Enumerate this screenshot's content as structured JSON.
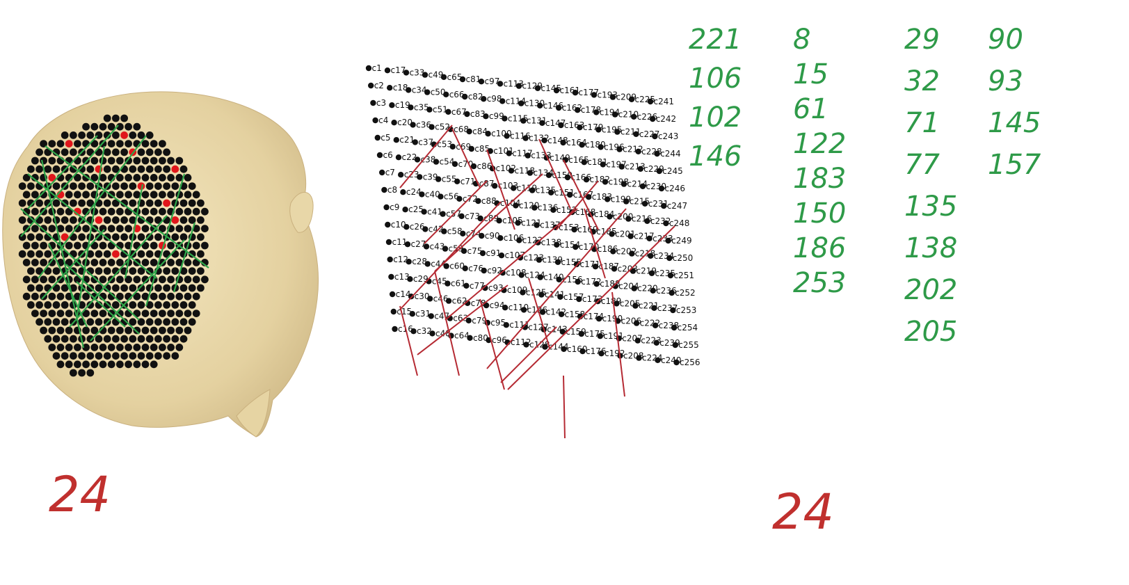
{
  "head_figure": {
    "skin_color": "#ecdcad",
    "electrode_color": "#111111",
    "highlight_color": "#e0161b",
    "grid_line_color": "#2fa64a"
  },
  "electrode_map": {
    "dot_color": "#111111",
    "line_color": "#b52a33",
    "electrodes": [
      {
        "label": "c1"
      },
      {
        "label": "c2"
      },
      {
        "label": "c3"
      },
      {
        "label": "c4"
      },
      {
        "label": "c5"
      },
      {
        "label": "c6"
      },
      {
        "label": "c7"
      },
      {
        "label": "c8"
      },
      {
        "label": "c9"
      },
      {
        "label": "c10"
      },
      {
        "label": "c11"
      },
      {
        "label": "c12"
      },
      {
        "label": "c13"
      },
      {
        "label": "c14"
      },
      {
        "label": "c15"
      },
      {
        "label": "c16"
      },
      {
        "label": "c17"
      },
      {
        "label": "c18"
      },
      {
        "label": "c19"
      },
      {
        "label": "c20"
      },
      {
        "label": "c21"
      },
      {
        "label": "c22"
      },
      {
        "label": "c23"
      },
      {
        "label": "c24"
      },
      {
        "label": "c25"
      },
      {
        "label": "c26"
      },
      {
        "label": "c27"
      },
      {
        "label": "c28"
      },
      {
        "label": "c29"
      },
      {
        "label": "c30"
      },
      {
        "label": "c31"
      },
      {
        "label": "c32"
      },
      {
        "label": "c33"
      },
      {
        "label": "c34"
      },
      {
        "label": "c35"
      },
      {
        "label": "c36"
      },
      {
        "label": "c37"
      },
      {
        "label": "c38"
      },
      {
        "label": "c39"
      },
      {
        "label": "c40"
      },
      {
        "label": "c41"
      },
      {
        "label": "c42"
      },
      {
        "label": "c43"
      },
      {
        "label": "c44"
      },
      {
        "label": "c45"
      },
      {
        "label": "c46"
      },
      {
        "label": "c47"
      },
      {
        "label": "c48"
      },
      {
        "label": "c49"
      },
      {
        "label": "c50"
      },
      {
        "label": "c51"
      },
      {
        "label": "c52"
      },
      {
        "label": "c53"
      },
      {
        "label": "c54"
      },
      {
        "label": "c55"
      },
      {
        "label": "c56"
      },
      {
        "label": "c57"
      },
      {
        "label": "c58"
      },
      {
        "label": "c59"
      },
      {
        "label": "c60"
      },
      {
        "label": "c61"
      },
      {
        "label": "c62"
      },
      {
        "label": "c63"
      },
      {
        "label": "c64"
      },
      {
        "label": "c65"
      },
      {
        "label": "c66"
      },
      {
        "label": "c67"
      },
      {
        "label": "c68"
      },
      {
        "label": "c69"
      },
      {
        "label": "c70"
      },
      {
        "label": "c71"
      },
      {
        "label": "c72"
      },
      {
        "label": "c73"
      },
      {
        "label": "c74"
      },
      {
        "label": "c75"
      },
      {
        "label": "c76"
      },
      {
        "label": "c77"
      },
      {
        "label": "c78"
      },
      {
        "label": "c79"
      },
      {
        "label": "c80"
      },
      {
        "label": "c81"
      },
      {
        "label": "c82"
      },
      {
        "label": "c83"
      },
      {
        "label": "c84"
      },
      {
        "label": "c85"
      },
      {
        "label": "c86"
      },
      {
        "label": "c87"
      },
      {
        "label": "c88"
      },
      {
        "label": "c89"
      },
      {
        "label": "c90"
      },
      {
        "label": "c91"
      },
      {
        "label": "c92"
      },
      {
        "label": "c93"
      },
      {
        "label": "c94"
      },
      {
        "label": "c95"
      },
      {
        "label": "c96"
      },
      {
        "label": "c97"
      },
      {
        "label": "c98"
      },
      {
        "label": "c99"
      },
      {
        "label": "c100"
      },
      {
        "label": "c101"
      },
      {
        "label": "c102"
      },
      {
        "label": "c103"
      },
      {
        "label": "c104"
      },
      {
        "label": "c105"
      },
      {
        "label": "c106"
      },
      {
        "label": "c107"
      },
      {
        "label": "c108"
      },
      {
        "label": "c109"
      },
      {
        "label": "c110"
      },
      {
        "label": "c111"
      },
      {
        "label": "c112"
      },
      {
        "label": "c113"
      },
      {
        "label": "c114"
      },
      {
        "label": "c115"
      },
      {
        "label": "c116"
      },
      {
        "label": "c117"
      },
      {
        "label": "c118"
      },
      {
        "label": "c119"
      },
      {
        "label": "c120"
      },
      {
        "label": "c121"
      },
      {
        "label": "c122"
      },
      {
        "label": "c123"
      },
      {
        "label": "c124"
      },
      {
        "label": "c125"
      },
      {
        "label": "c126"
      },
      {
        "label": "c127"
      },
      {
        "label": "c128"
      },
      {
        "label": "c129"
      },
      {
        "label": "c130"
      },
      {
        "label": "c131"
      },
      {
        "label": "c132"
      },
      {
        "label": "c133"
      },
      {
        "label": "c134"
      },
      {
        "label": "c135"
      },
      {
        "label": "c136"
      },
      {
        "label": "c137"
      },
      {
        "label": "c138"
      },
      {
        "label": "c139"
      },
      {
        "label": "c140"
      },
      {
        "label": "c141"
      },
      {
        "label": "c142"
      },
      {
        "label": "c143"
      },
      {
        "label": "c144"
      },
      {
        "label": "c145"
      },
      {
        "label": "c146"
      },
      {
        "label": "c147"
      },
      {
        "label": "c148"
      },
      {
        "label": "c149"
      },
      {
        "label": "c150"
      },
      {
        "label": "c151"
      },
      {
        "label": "c152"
      },
      {
        "label": "c153"
      },
      {
        "label": "c154"
      },
      {
        "label": "c155"
      },
      {
        "label": "c156"
      },
      {
        "label": "c157"
      },
      {
        "label": "c158"
      },
      {
        "label": "c159"
      },
      {
        "label": "c160"
      },
      {
        "label": "c161"
      },
      {
        "label": "c162"
      },
      {
        "label": "c163"
      },
      {
        "label": "c164"
      },
      {
        "label": "c165"
      },
      {
        "label": "c166"
      },
      {
        "label": "c167"
      },
      {
        "label": "c168"
      },
      {
        "label": "c169"
      },
      {
        "label": "c170"
      },
      {
        "label": "c171"
      },
      {
        "label": "c172"
      },
      {
        "label": "c173"
      },
      {
        "label": "c174"
      },
      {
        "label": "c175"
      },
      {
        "label": "c176"
      },
      {
        "label": "c177"
      },
      {
        "label": "c178"
      },
      {
        "label": "c179"
      },
      {
        "label": "c180"
      },
      {
        "label": "c181"
      },
      {
        "label": "c182"
      },
      {
        "label": "c183"
      },
      {
        "label": "c184"
      },
      {
        "label": "c185"
      },
      {
        "label": "c186"
      },
      {
        "label": "c187"
      },
      {
        "label": "c188"
      },
      {
        "label": "c189"
      },
      {
        "label": "c190"
      },
      {
        "label": "c191"
      },
      {
        "label": "c192"
      },
      {
        "label": "c193"
      },
      {
        "label": "c194"
      },
      {
        "label": "c195"
      },
      {
        "label": "c196"
      },
      {
        "label": "c197"
      },
      {
        "label": "c198"
      },
      {
        "label": "c199"
      },
      {
        "label": "c200"
      },
      {
        "label": "c201"
      },
      {
        "label": "c202"
      },
      {
        "label": "c203"
      },
      {
        "label": "c204"
      },
      {
        "label": "c205"
      },
      {
        "label": "c206"
      },
      {
        "label": "c207"
      },
      {
        "label": "c208"
      },
      {
        "label": "c209"
      },
      {
        "label": "c210"
      },
      {
        "label": "c211"
      },
      {
        "label": "c212"
      },
      {
        "label": "c213"
      },
      {
        "label": "c214"
      },
      {
        "label": "c215"
      },
      {
        "label": "c216"
      },
      {
        "label": "c217"
      },
      {
        "label": "c218"
      },
      {
        "label": "c219"
      },
      {
        "label": "c220"
      },
      {
        "label": "c221"
      },
      {
        "label": "c222"
      },
      {
        "label": "c223"
      },
      {
        "label": "c224"
      },
      {
        "label": "c225"
      },
      {
        "label": "c226"
      },
      {
        "label": "c227"
      },
      {
        "label": "c228"
      },
      {
        "label": "c229"
      },
      {
        "label": "c230"
      },
      {
        "label": "c231"
      },
      {
        "label": "c232"
      },
      {
        "label": "c233"
      },
      {
        "label": "c234"
      },
      {
        "label": "c235"
      },
      {
        "label": "c236"
      },
      {
        "label": "c237"
      },
      {
        "label": "c238"
      },
      {
        "label": "c239"
      },
      {
        "label": "c240"
      },
      {
        "label": "c241"
      },
      {
        "label": "c242"
      },
      {
        "label": "c243"
      },
      {
        "label": "c244"
      },
      {
        "label": "c245"
      },
      {
        "label": "c246"
      },
      {
        "label": "c247"
      },
      {
        "label": "c248"
      },
      {
        "label": "c249"
      },
      {
        "label": "c250"
      },
      {
        "label": "c251"
      },
      {
        "label": "c252"
      },
      {
        "label": "c253"
      },
      {
        "label": "c254"
      },
      {
        "label": "c255"
      },
      {
        "label": "c256"
      }
    ]
  },
  "handwritten_notes": {
    "green_color": "#2e9a48",
    "red_color": "#c0302e",
    "green_columns": [
      [
        "221",
        "106",
        "102",
        "146"
      ],
      [
        "8",
        "15",
        "61",
        "122",
        "183",
        "150",
        "186",
        "253"
      ],
      [
        "29",
        "32",
        "71",
        "77",
        "135",
        "138",
        "202",
        "205"
      ],
      [
        "90",
        "93",
        "145",
        "157"
      ]
    ],
    "red_numbers": [
      "24",
      "24"
    ]
  }
}
